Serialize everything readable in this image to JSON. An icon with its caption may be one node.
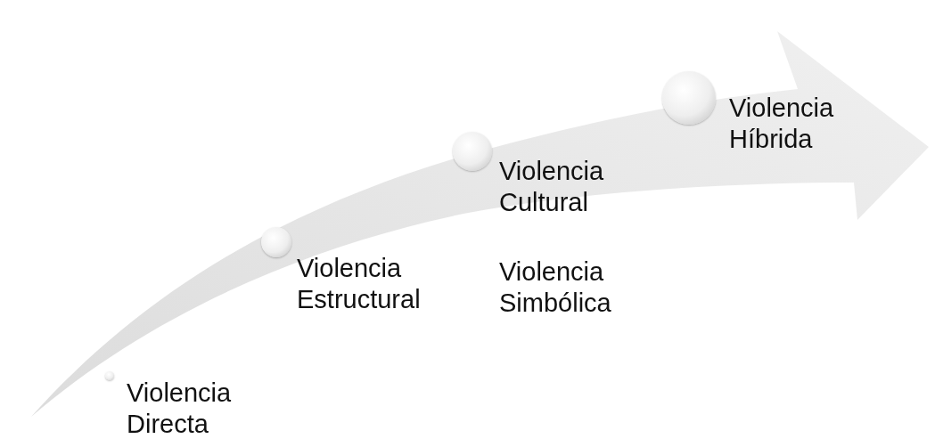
{
  "diagram": {
    "nodes": [
      {
        "text": [],
        "shape": "circle",
        "beside": [
          "Violencia Directa"
        ]
      },
      {
        "text": [],
        "shape": "circle",
        "beside": [
          "Violencia Estructural"
        ]
      },
      {
        "text": [],
        "shape": "circle",
        "beside": [
          "Violencia Cultural",
          "Violencia Simbólica"
        ]
      },
      {
        "text": [],
        "shape": "circle",
        "beside": [
          "Violencia Híbrida"
        ]
      }
    ]
  }
}
